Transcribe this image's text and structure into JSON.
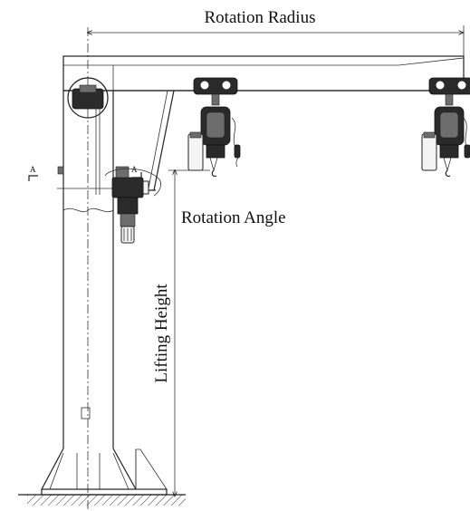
{
  "labels": {
    "rotation_radius": "Rotation Radius",
    "rotation_angle": "Rotation Angle",
    "lifting_height": "Lifting Height",
    "section_mark_left": "A",
    "section_mark_right": "A"
  },
  "colors": {
    "line": "#222222",
    "fill_dark": "#2a2a2a",
    "fill_mid": "#6d6d6d",
    "background": "#ffffff"
  }
}
